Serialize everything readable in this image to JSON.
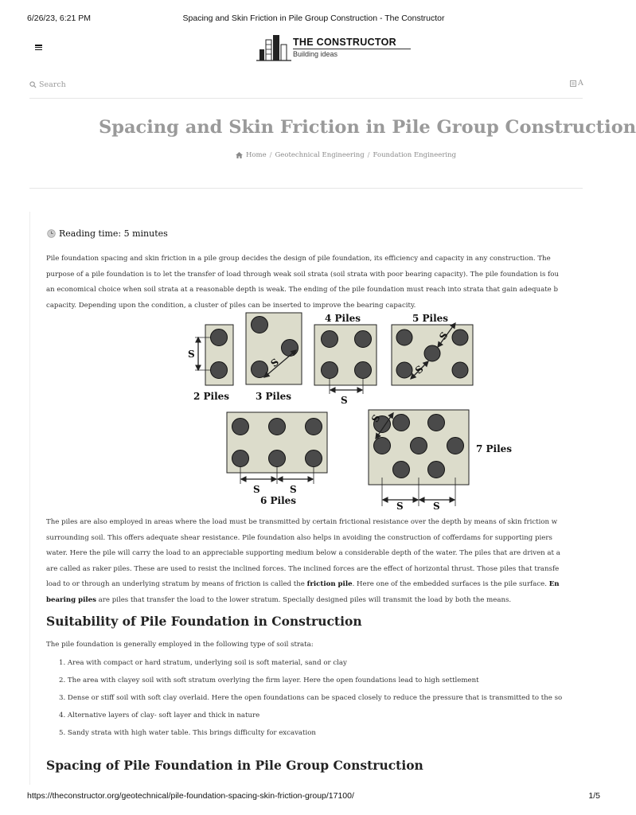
{
  "print": {
    "datetime": "6/26/23, 6:21 PM",
    "doc_title": "Spacing and Skin Friction in Pile Group Construction - The Constructor",
    "url": "https://theconstructor.org/geotechnical/pile-foundation-spacing-skin-friction-group/17100/",
    "page": "1/5"
  },
  "header": {
    "menu_icon": "hamburger-icon",
    "logo_name": "THE CONSTRUCTOR",
    "logo_tagline": "Building ideas",
    "search_placeholder": "Search",
    "account_label": "A"
  },
  "article": {
    "title": "Spacing and Skin Friction in Pile Group Construction",
    "breadcrumb": [
      "Home",
      "Geotechnical Engineering",
      "Foundation Engineering"
    ],
    "reading_time": "Reading time: 5 minutes",
    "intro_lines": [
      "Pile foundation spacing and skin friction in a pile group decides the design of pile foundation, its efficiency and capacity in any construction. The",
      "purpose of a pile foundation is to let the transfer of load through weak soil strata (soil strata with poor bearing capacity). The pile foundation is fou",
      "an economical choice when soil strata at a reasonable depth is weak. The ending of the pile foundation must reach into strata that gain adequate b",
      "capacity. Depending upon the condition, a cluster of piles can be inserted to improve the bearing capacity."
    ],
    "figure": {
      "labels": {
        "piles2": "2 Piles",
        "piles3": "3 Piles",
        "piles4": "4 Piles",
        "piles5": "5 Piles",
        "piles6": "6 Piles",
        "piles7": "7 Piles",
        "spacing": "S"
      }
    },
    "para2_lines": [
      "The piles are also employed in areas where the load must be transmitted by certain frictional resistance over the depth by means of skin friction w",
      "surrounding soil. This offers adequate shear resistance. Pile foundation also helps in avoiding the construction of cofferdams for supporting piers",
      "water. Here the pile will carry the load to an appreciable supporting medium below a considerable depth of the water. The piles that are driven at a",
      "are called as raker piles. These are used to resist the inclined forces. The inclined forces are the effect of horizontal thrust. Those piles that transfe"
    ],
    "para2_line5": {
      "pre": "load to or through an underlying stratum by means of friction is called the ",
      "bold1": "friction pile",
      "mid": ". Here one of the embedded surfaces is the pile surface. ",
      "bold2": "En"
    },
    "para2_line6": {
      "bold": "bearing piles",
      "rest": " are piles that transfer the load to the lower stratum. Specially designed piles will transmit the load by both the means."
    },
    "h2_suitability": "Suitability of Pile Foundation in Construction",
    "suitability_intro": "The pile foundation is generally employed in the following type of soil strata:",
    "suitability_items": [
      "1. Area with compact or hard stratum, underlying soil is soft material, sand or clay",
      "2. The area with clayey soil with soft stratum overlying the firm layer. Here the open foundations lead to high settlement",
      "3. Dense or stiff soil with soft clay overlaid. Here the open foundations can be spaced closely to reduce the pressure that is transmitted to the so",
      "4. Alternative layers of clay- soft layer and thick in nature",
      "5. Sandy strata with high water table. This brings difficulty for excavation"
    ],
    "h2_spacing": "Spacing of Pile Foundation in Pile Group Construction"
  }
}
